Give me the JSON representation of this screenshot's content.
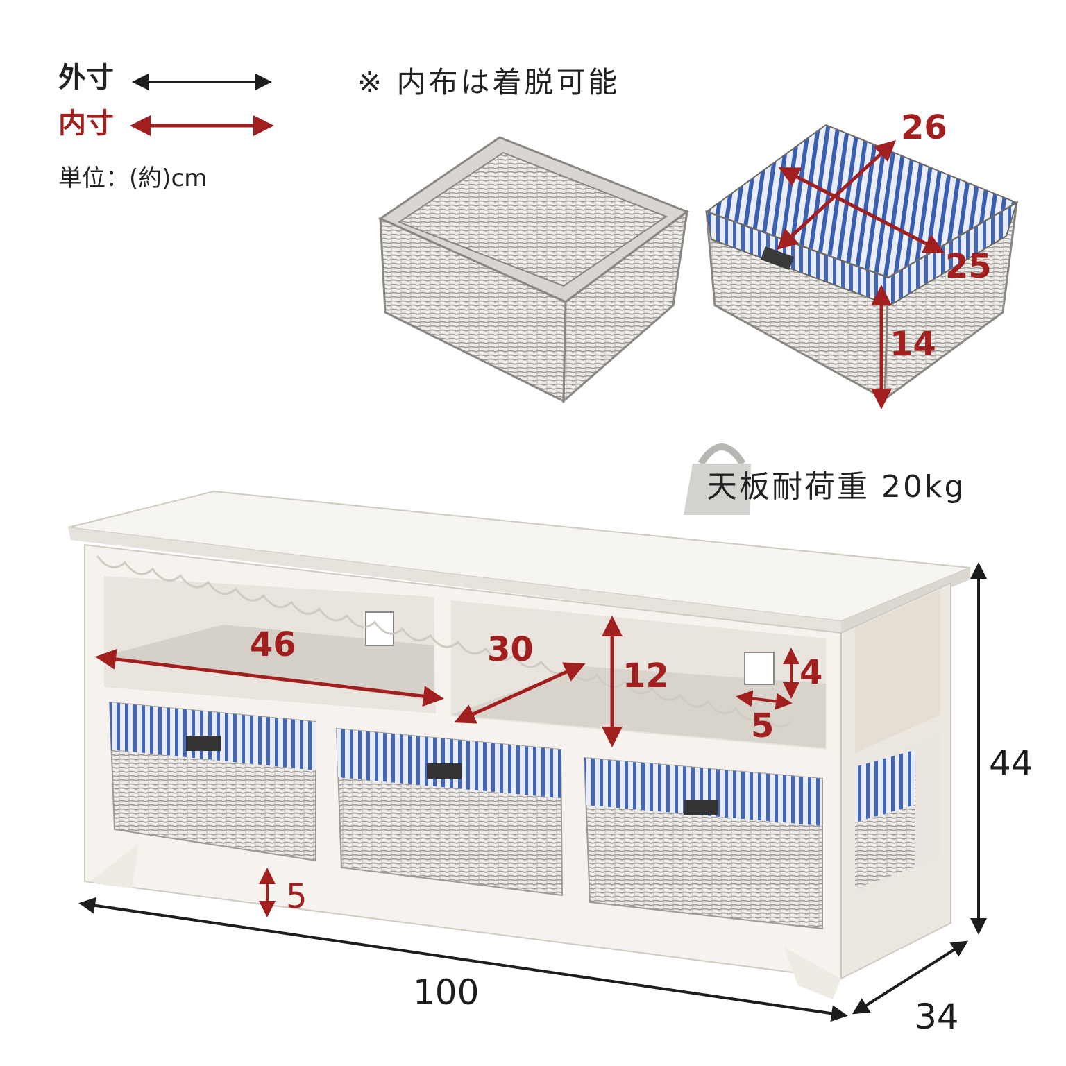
{
  "legend": {
    "outer_label": "外寸",
    "inner_label": "内寸",
    "unit_label": "単位：(約)cm"
  },
  "note": "※ 内布は着脱可能",
  "load_capacity": "天板耐荷重 20kg",
  "basket_dimensions": {
    "width": "26",
    "depth": "25",
    "height": "14"
  },
  "shelf_dimensions": {
    "left_width": "46",
    "depth": "30",
    "height": "12",
    "hole_height": "4",
    "hole_width": "5",
    "bottom_clearance": "5"
  },
  "overall_dimensions": {
    "width": "100",
    "depth": "34",
    "height": "44"
  },
  "colors": {
    "outer_arrow": "#1d1d1d",
    "inner_arrow": "#a11f1f",
    "stripe_blue": "#3a5fb0",
    "furniture_white": "#f6f3ee"
  }
}
